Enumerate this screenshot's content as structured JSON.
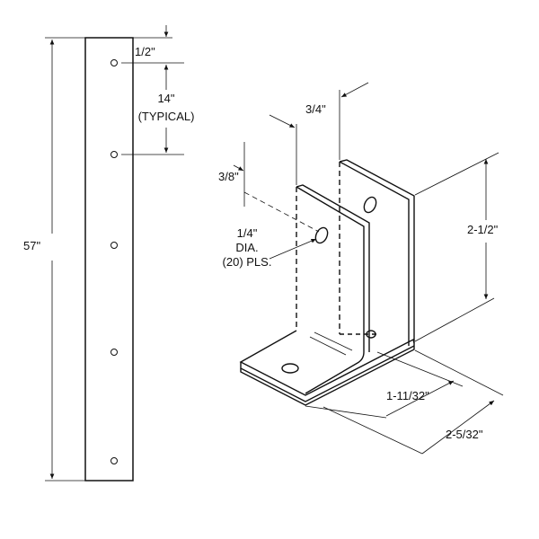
{
  "strip": {
    "length": "57\"",
    "top_offset": "1/2\"",
    "spacing": "14\"",
    "spacing_note": "(TYPICAL)"
  },
  "bracket": {
    "flange_width": "3/4\"",
    "hole_offset": "3/8\"",
    "hole_size": "1/4\"",
    "hole_note": "DIA.",
    "hole_count": "(20) PLS.",
    "height": "2-1/2\"",
    "depth_inner": "1-11/32\"",
    "depth_outer": "2-5/32\""
  },
  "colors": {
    "line": "#111111",
    "background": "#ffffff"
  }
}
